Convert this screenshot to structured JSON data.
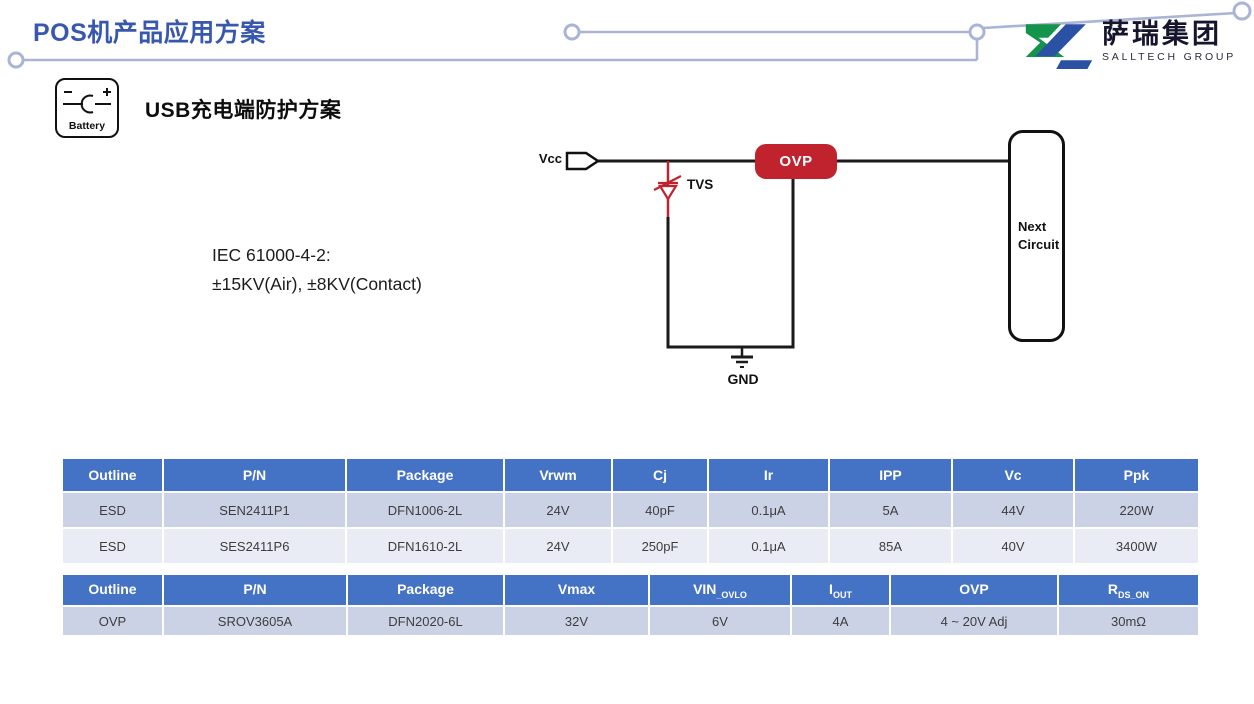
{
  "header": {
    "title": "POS机产品应用方案",
    "logo": {
      "cn": "萨瑞集团",
      "en": "SALLTECH GROUP"
    }
  },
  "colors": {
    "title_blue": "#3858AE",
    "decor_line": "#A9B4D6",
    "table_header_blue": "#4472C4",
    "band_dark": "#CCD2E6",
    "band_light": "#E9EBF5",
    "circuit_red": "#C0232E",
    "logo_green": "#12944A",
    "logo_blue": "#2A52A4"
  },
  "section": {
    "battery_label": "Battery",
    "subtitle": "USB充电端防护方案",
    "iec_line1": "IEC 61000-4-2:",
    "iec_line2": "±15KV(Air), ±8KV(Contact)"
  },
  "circuit": {
    "vcc": "Vcc",
    "tvs": "TVS",
    "ovp": "OVP",
    "gnd": "GND",
    "next_circuit": "Next\nCircuit"
  },
  "tables": {
    "esd": {
      "headers": [
        "Outline",
        "P/N",
        "Package",
        "Vrwm",
        "Cj",
        "Ir",
        "IPP",
        "Vc",
        "Ppk"
      ],
      "rows": [
        [
          "ESD",
          "SEN2411P1",
          "DFN1006-2L",
          "24V",
          "40pF",
          "0.1μA",
          "5A",
          "44V",
          "220W"
        ],
        [
          "ESD",
          "SES2411P6",
          "DFN1610-2L",
          "24V",
          "250pF",
          "0.1μA",
          "85A",
          "40V",
          "3400W"
        ]
      ]
    },
    "ovp": {
      "headers": [
        {
          "base": "Outline",
          "sub": ""
        },
        {
          "base": "P/N",
          "sub": ""
        },
        {
          "base": "Package",
          "sub": ""
        },
        {
          "base": "Vmax",
          "sub": ""
        },
        {
          "base": "VIN",
          "sub": "_OVLO"
        },
        {
          "base": "I",
          "sub": "OUT"
        },
        {
          "base": "OVP",
          "sub": ""
        },
        {
          "base": "R",
          "sub": "DS_ON"
        }
      ],
      "rows": [
        [
          "OVP",
          "SROV3605A",
          "DFN2020-6L",
          "32V",
          "6V",
          "4A",
          "4 ~ 20V Adj",
          "30mΩ"
        ]
      ]
    }
  }
}
